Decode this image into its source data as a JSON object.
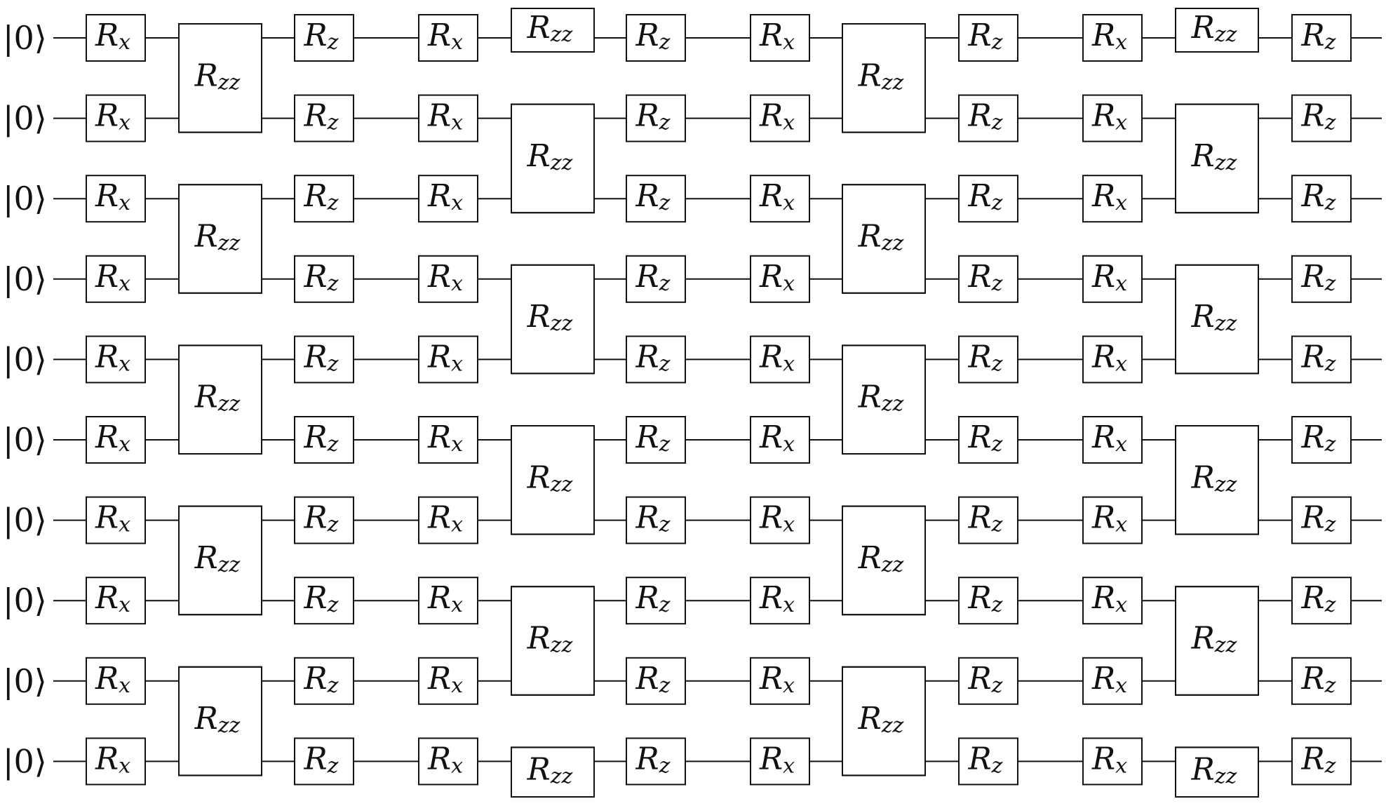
{
  "circuit": {
    "num_qubits": 10,
    "init_state": "|0⟩",
    "gate_labels": {
      "Rx": {
        "base": "R",
        "sub": "x"
      },
      "Rz": {
        "base": "R",
        "sub": "z"
      },
      "Rzz": {
        "base": "R",
        "sub": "zz"
      }
    },
    "layers": [
      {
        "type": "Rx"
      },
      {
        "type": "Rzz",
        "pairs": [
          [
            0,
            1
          ],
          [
            2,
            3
          ],
          [
            4,
            5
          ],
          [
            6,
            7
          ],
          [
            8,
            9
          ]
        ]
      },
      {
        "type": "Rz"
      },
      {
        "type": "Rx"
      },
      {
        "type": "Rzz",
        "pairs": [
          [
            -1,
            0
          ],
          [
            1,
            2
          ],
          [
            3,
            4
          ],
          [
            5,
            6
          ],
          [
            7,
            8
          ],
          [
            9,
            10
          ]
        ]
      },
      {
        "type": "Rz"
      },
      {
        "type": "Rx"
      },
      {
        "type": "Rzz",
        "pairs": [
          [
            0,
            1
          ],
          [
            2,
            3
          ],
          [
            4,
            5
          ],
          [
            6,
            7
          ],
          [
            8,
            9
          ]
        ]
      },
      {
        "type": "Rz"
      },
      {
        "type": "Rx"
      },
      {
        "type": "Rzz",
        "pairs": [
          [
            -1,
            0
          ],
          [
            1,
            2
          ],
          [
            3,
            4
          ],
          [
            5,
            6
          ],
          [
            7,
            8
          ],
          [
            9,
            10
          ]
        ]
      },
      {
        "type": "Rz"
      }
    ]
  }
}
